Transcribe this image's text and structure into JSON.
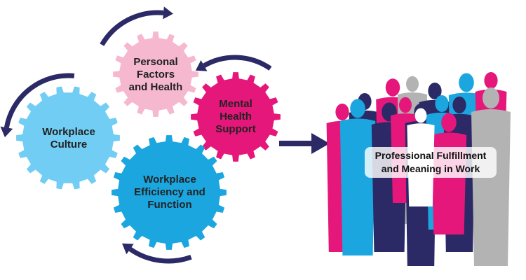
{
  "colors": {
    "arrow": "#2b2966",
    "personal": "#f6b8cf",
    "mental": "#e5177b",
    "culture": "#71cdf3",
    "efficiency": "#1ba6df",
    "gray": "#b3b3b3"
  },
  "gears": [
    {
      "id": "personal",
      "line1": "Personal",
      "line2": "Factors",
      "line3": "and Health"
    },
    {
      "id": "mental",
      "line1": "Mental",
      "line2": "Health",
      "line3": "Support"
    },
    {
      "id": "culture",
      "line1": "Workplace",
      "line2": "Culture"
    },
    {
      "id": "efficiency",
      "line1": "Workplace",
      "line2": "Efficiency and",
      "line3": "Function"
    }
  ],
  "outcome": {
    "line1": "Professional Fulfillment",
    "line2": "and Meaning in Work"
  }
}
